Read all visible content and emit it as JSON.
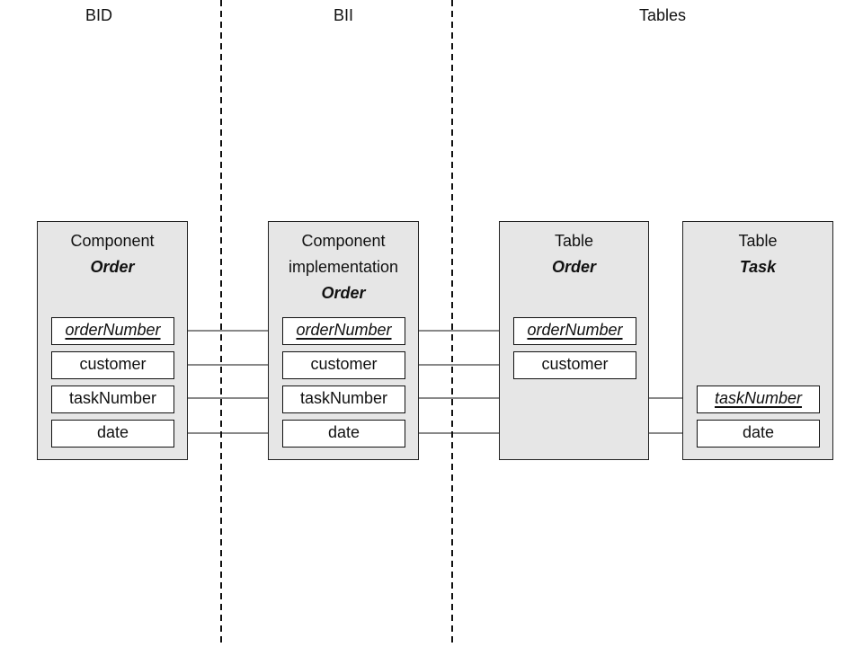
{
  "lanes": {
    "bid": "BID",
    "bii": "BII",
    "tables": "Tables"
  },
  "panels": {
    "component": {
      "kind": "Component",
      "title": "Order",
      "fields": [
        "orderNumber",
        "customer",
        "taskNumber",
        "date"
      ]
    },
    "implementation": {
      "kind_line1": "Component",
      "kind_line2": "implementation",
      "title": "Order",
      "fields": [
        "orderNumber",
        "customer",
        "taskNumber",
        "date"
      ]
    },
    "table_order": {
      "kind": "Table",
      "title": "Order",
      "fields": [
        "orderNumber",
        "customer"
      ]
    },
    "table_task": {
      "kind": "Table",
      "title": "Task",
      "fields": [
        "taskNumber",
        "date"
      ]
    }
  }
}
